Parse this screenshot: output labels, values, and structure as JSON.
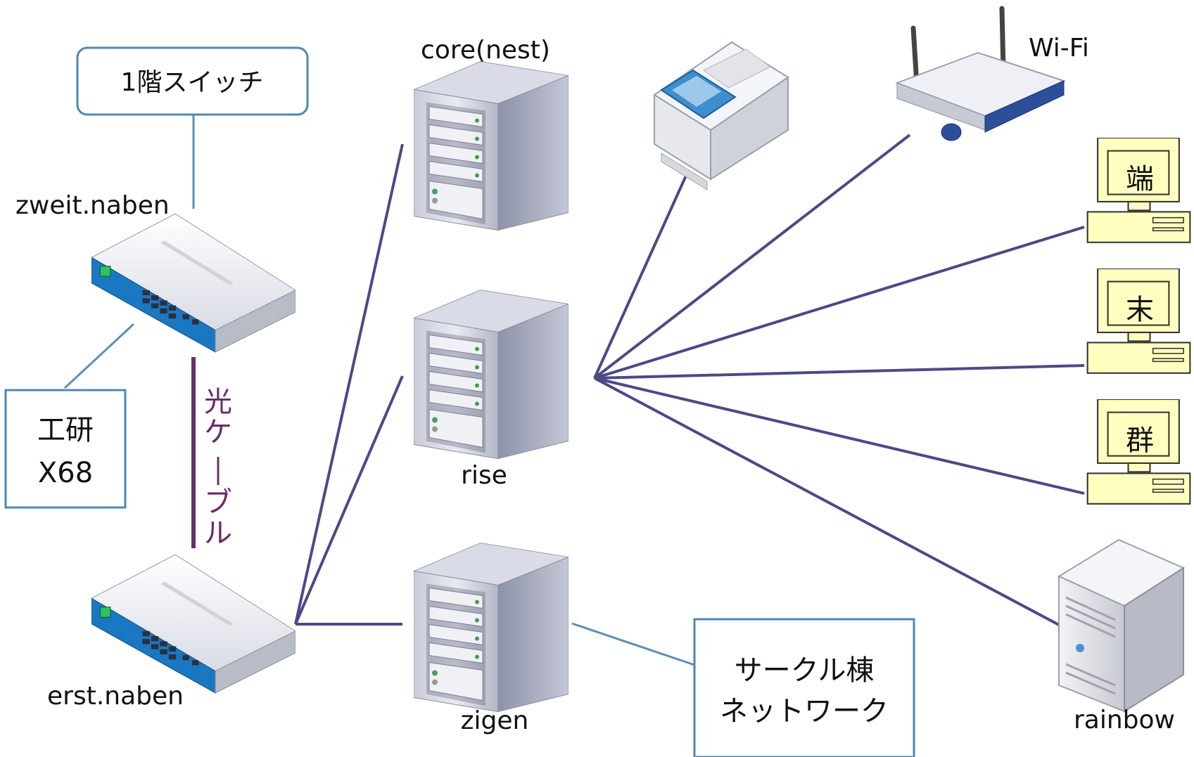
{
  "nodes": {
    "switch_top_label": "zweit.naben",
    "switch_bottom_label": "erst.naben",
    "server_core_label": "core(nest)",
    "server_rise_label": "rise",
    "server_zigen_label": "zigen",
    "wifi_label": "Wi-Fi",
    "pc_label": "rainbow"
  },
  "boxes": {
    "floor_switch": "1階スイッチ",
    "lab_line1": "工研",
    "lab_line2": "X68",
    "circle_line1": "サークル棟",
    "circle_line2": "ネットワーク"
  },
  "cable_label": [
    "光",
    "ケ",
    "ー",
    "ブ",
    "ル"
  ],
  "terminals": [
    "端",
    "末",
    "群"
  ],
  "colors": {
    "main_link": "#4a4a86",
    "thin_link": "#5b8fb8",
    "fiber": "#6b2d6b",
    "box_border": "#4f87b6",
    "terminal_fill": "#ffffc0",
    "switch_accent": "#1a78c2"
  }
}
